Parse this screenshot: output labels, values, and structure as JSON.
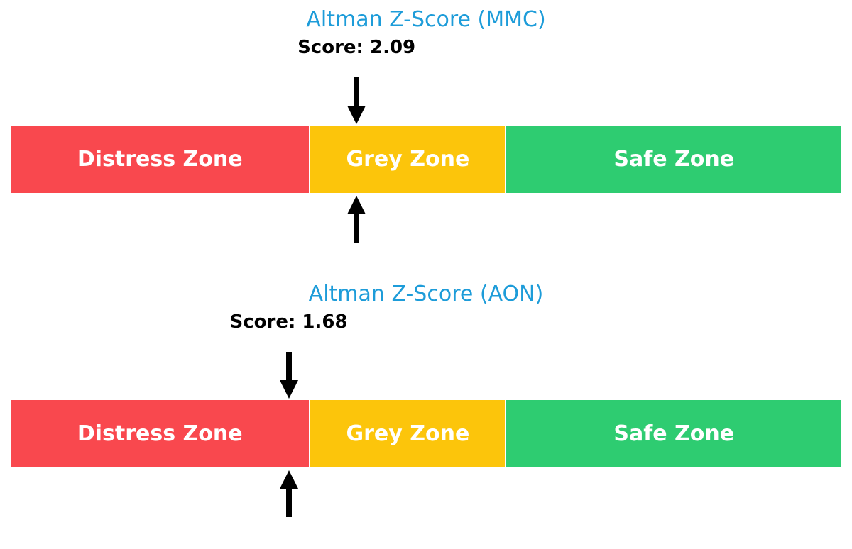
{
  "page": {
    "background": "#ffffff"
  },
  "chart_data": [
    {
      "type": "bar",
      "orientation": "horizontal",
      "title": "Altman Z-Score (MMC)",
      "title_color": "#1d9cd9",
      "score": 2.09,
      "score_label": "Score: 2.09",
      "score_zone": "Grey Zone",
      "axis_range": [
        0,
        5.02
      ],
      "grid": false,
      "legend": false,
      "arrow_color": "#000000",
      "zone_label_color": "#ffffff",
      "zones": [
        {
          "label": "Distress Zone",
          "range": [
            0,
            1.81
          ],
          "color": "#f9484e"
        },
        {
          "label": "Grey Zone",
          "range": [
            1.81,
            2.99
          ],
          "color": "#fcc50b"
        },
        {
          "label": "Safe Zone",
          "range": [
            2.99,
            5.02
          ],
          "color": "#2ecc71"
        }
      ]
    },
    {
      "type": "bar",
      "orientation": "horizontal",
      "title": "Altman Z-Score (AON)",
      "title_color": "#1d9cd9",
      "score": 1.68,
      "score_label": "Score: 1.68",
      "score_zone": "Distress Zone",
      "axis_range": [
        0,
        5.02
      ],
      "grid": false,
      "legend": false,
      "arrow_color": "#000000",
      "zone_label_color": "#ffffff",
      "zones": [
        {
          "label": "Distress Zone",
          "range": [
            0,
            1.81
          ],
          "color": "#f9484e"
        },
        {
          "label": "Grey Zone",
          "range": [
            1.81,
            2.99
          ],
          "color": "#fcc50b"
        },
        {
          "label": "Safe Zone",
          "range": [
            2.99,
            5.02
          ],
          "color": "#2ecc71"
        }
      ]
    }
  ]
}
